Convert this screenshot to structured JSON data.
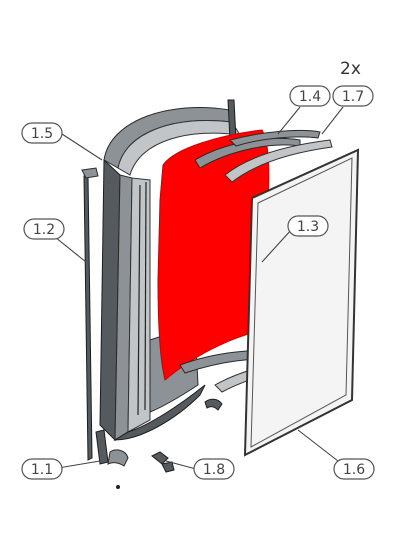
{
  "quantity_note": "2x",
  "callouts": [
    {
      "key": "c1_1",
      "label": "1.1"
    },
    {
      "key": "c1_2",
      "label": "1.2"
    },
    {
      "key": "c1_3",
      "label": "1.3"
    },
    {
      "key": "c1_4",
      "label": "1.4"
    },
    {
      "key": "c1_5",
      "label": "1.5"
    },
    {
      "key": "c1_6",
      "label": "1.6"
    },
    {
      "key": "c1_7",
      "label": "1.7"
    },
    {
      "key": "c1_8",
      "label": "1.8"
    }
  ],
  "colors": {
    "highlight": "#ff0000",
    "frame_dark": "#555a5f",
    "glass_frame": "#333333"
  }
}
